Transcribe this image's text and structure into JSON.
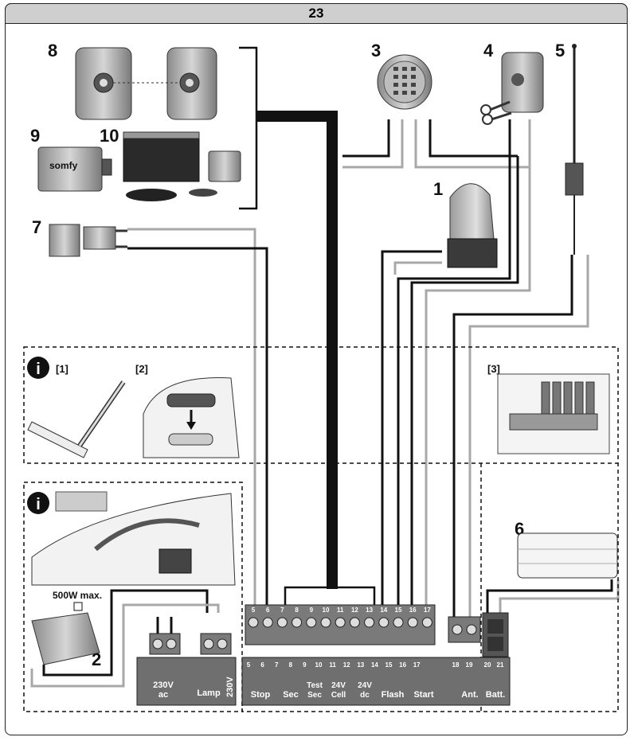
{
  "page_number": "23",
  "devices": {
    "n1": "1",
    "n2": "2",
    "n3": "3",
    "n4": "4",
    "n5": "5",
    "n6": "6",
    "n7": "7",
    "n8": "8",
    "n9": "9",
    "n10": "10"
  },
  "brand": "somfy",
  "insets": {
    "ref1": "[1]",
    "ref2": "[2]",
    "ref3": "[3]",
    "info_glyph": "i",
    "max_power": "500W max."
  },
  "terminals": {
    "numbers": [
      "5",
      "6",
      "7",
      "8",
      "9",
      "10",
      "11",
      "12",
      "13",
      "14",
      "15",
      "16",
      "17"
    ],
    "antenna_numbers": [
      "18",
      "19"
    ],
    "battery_numbers": [
      "20",
      "21"
    ]
  },
  "panel": {
    "vertical_label": "230V",
    "left_group": [
      "230V",
      "ac",
      "Lamp"
    ],
    "stop": "Stop",
    "sec": "Sec",
    "test_sec": [
      "Test",
      "Sec"
    ],
    "cell": [
      "24V",
      "Cell"
    ],
    "dc": [
      "24V",
      "dc"
    ],
    "flash": "Flash",
    "start": "Start",
    "ant": "Ant.",
    "batt": "Batt."
  },
  "colors": {
    "wire_dark": "#111111",
    "wire_light": "#a8a8a8",
    "panel": "#6f6f6f",
    "terminal_block": "#7a7a7a",
    "header": "#cfcfcf"
  }
}
